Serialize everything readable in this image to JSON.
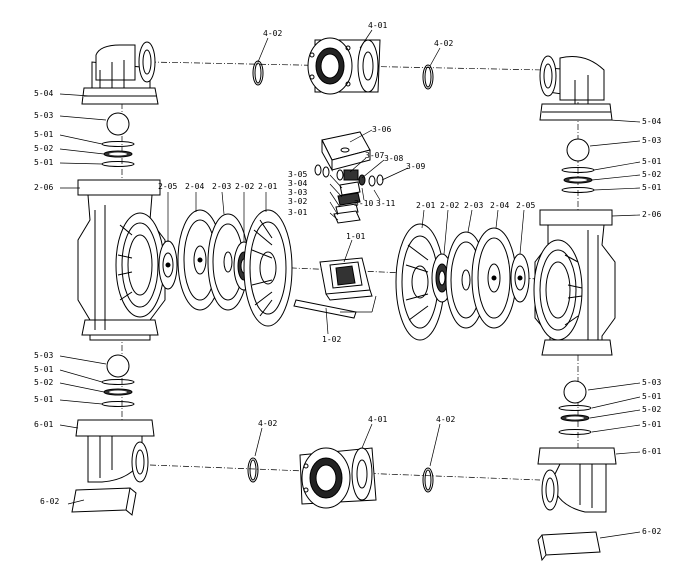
{
  "callouts": {
    "p4_01_top": "4-01",
    "p4_02_top_left": "4-02",
    "p4_02_top_right": "4-02",
    "p5_04_left": "5-04",
    "p5_03_left_top": "5-03",
    "p5_01_left_a": "5-01",
    "p5_02_left_top": "5-02",
    "p5_01_left_b": "5-01",
    "p2_06_left": "2-06",
    "p2_05_left": "2-05",
    "p2_04_left": "2-04",
    "p2_03_left": "2-03",
    "p2_02_left": "2-02",
    "p2_01_left": "2-01",
    "p3_06": "3-06",
    "p3_07": "3-07",
    "p3_08": "3-08",
    "p3_09": "3-09",
    "p3_05": "3-05",
    "p3_04": "3-04",
    "p3_03": "3-03",
    "p3_02": "3-02",
    "p3_01": "3-01",
    "p3_10": "3-10",
    "p3_11": "3-11",
    "p1_01": "1-01",
    "p1_02": "1-02",
    "p2_01_right": "2-01",
    "p2_02_right": "2-02",
    "p2_03_right": "2-03",
    "p2_04_right": "2-04",
    "p2_05_right": "2-05",
    "p5_04_right": "5-04",
    "p5_03_right_top": "5-03",
    "p5_01_right_a": "5-01",
    "p5_02_right_top": "5-02",
    "p5_01_right_b": "5-01",
    "p2_06_right": "2-06",
    "p5_03_left_bot": "5-03",
    "p5_01_left_c": "5-01",
    "p5_02_left_bot": "5-02",
    "p5_01_left_d": "5-01",
    "p6_01_left": "6-01",
    "p6_02_left": "6-02",
    "p4_02_bot_left": "4-02",
    "p4_01_bot": "4-01",
    "p4_02_bot_right": "4-02",
    "p5_03_right_bot": "5-03",
    "p5_01_right_c": "5-01",
    "p5_02_right_bot": "5-02",
    "p5_01_right_d": "5-01",
    "p6_01_right": "6-01",
    "p6_02_right": "6-02"
  }
}
